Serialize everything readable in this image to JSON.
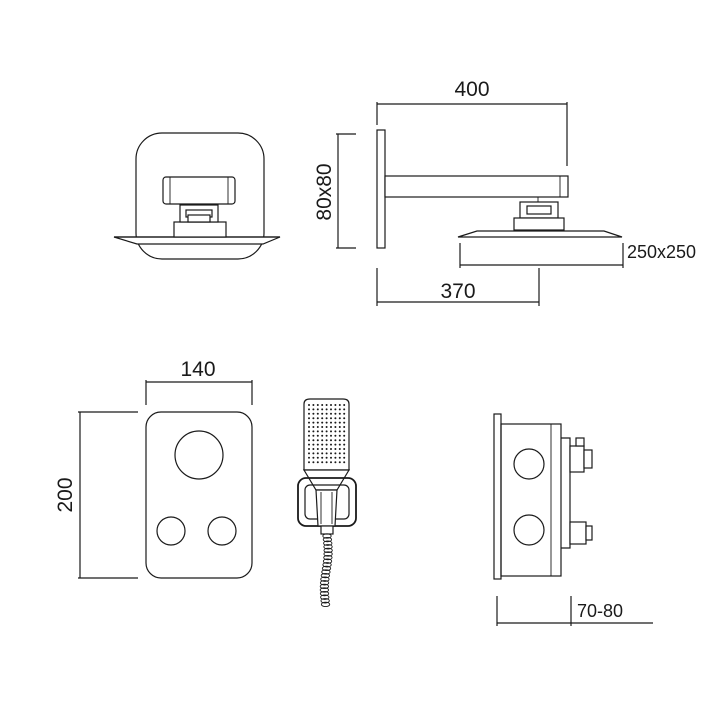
{
  "dimensions": {
    "arm_length": "400",
    "arm_section": "80x80",
    "head_size": "250x250",
    "projection": "370",
    "plate_width": "140",
    "plate_height": "200",
    "wall_depth": "70-80"
  },
  "colors": {
    "line": "#1a1a1a",
    "background": "#ffffff"
  }
}
